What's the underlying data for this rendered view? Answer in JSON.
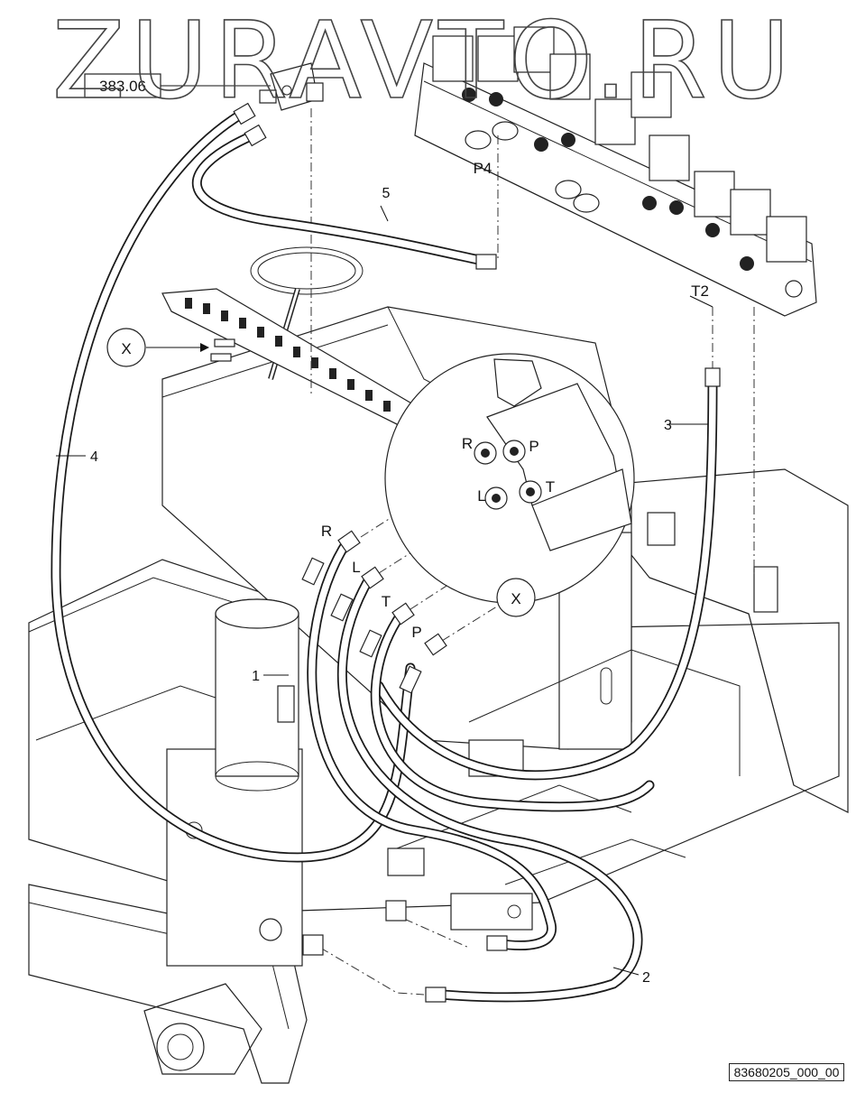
{
  "watermark": "ZURAVTO.RU",
  "reference_part": "383.06",
  "drawing_number": "83680205_000_00",
  "callouts": {
    "item1": "1",
    "item2": "2",
    "item3": "3",
    "item4": "4",
    "item5": "5"
  },
  "port_labels": {
    "p4": "P4",
    "t2": "T2",
    "r": "R",
    "l": "L",
    "t": "T",
    "p": "P"
  },
  "detail_view": {
    "marker": "X",
    "detail_label": "X",
    "ports": {
      "r": "R",
      "p": "P",
      "l": "L",
      "t": "T"
    }
  }
}
